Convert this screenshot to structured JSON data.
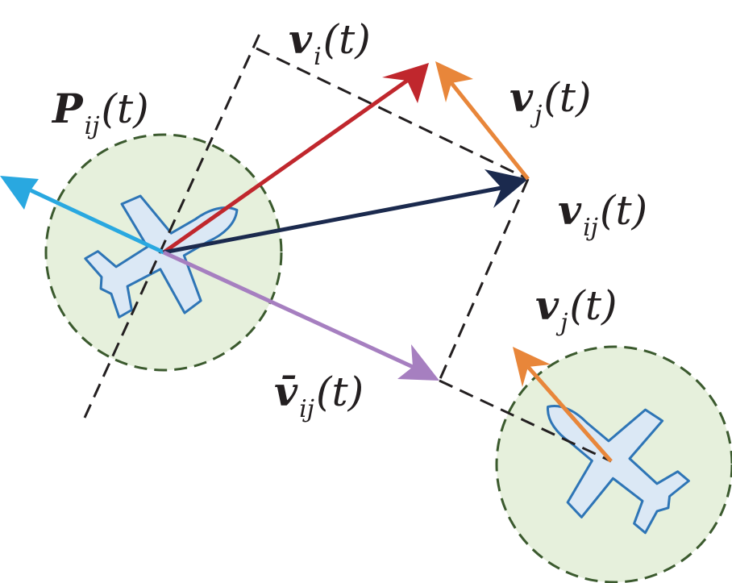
{
  "colors": {
    "zone_fill": "#e6f0dc",
    "zone_stroke": "#3b5a2e",
    "aircraft_fill": "#dbe8f5",
    "aircraft_stroke": "#2e75b6",
    "v_i": "#c0272d",
    "v_j": "#e8863a",
    "v_ij": "#1b2a4e",
    "v_bar_ij": "#a67fc0",
    "p_ij": "#29a8e0",
    "dashed": "#231f20"
  },
  "labels": {
    "v_i": {
      "symbol": "v",
      "sub": "i",
      "arg": "(t)"
    },
    "v_j_top": {
      "symbol": "v",
      "sub": "j",
      "arg": "(t)"
    },
    "v_ij": {
      "symbol": "v",
      "sub": "ij",
      "arg": "(t)"
    },
    "v_j_low": {
      "symbol": "v",
      "sub": "j",
      "arg": "(t)"
    },
    "v_bar_ij": {
      "symbol": "v̄",
      "sub": "ij",
      "arg": "(t)"
    },
    "p_ij": {
      "symbol": "P",
      "sub": "ij",
      "arg": "(t)"
    }
  }
}
